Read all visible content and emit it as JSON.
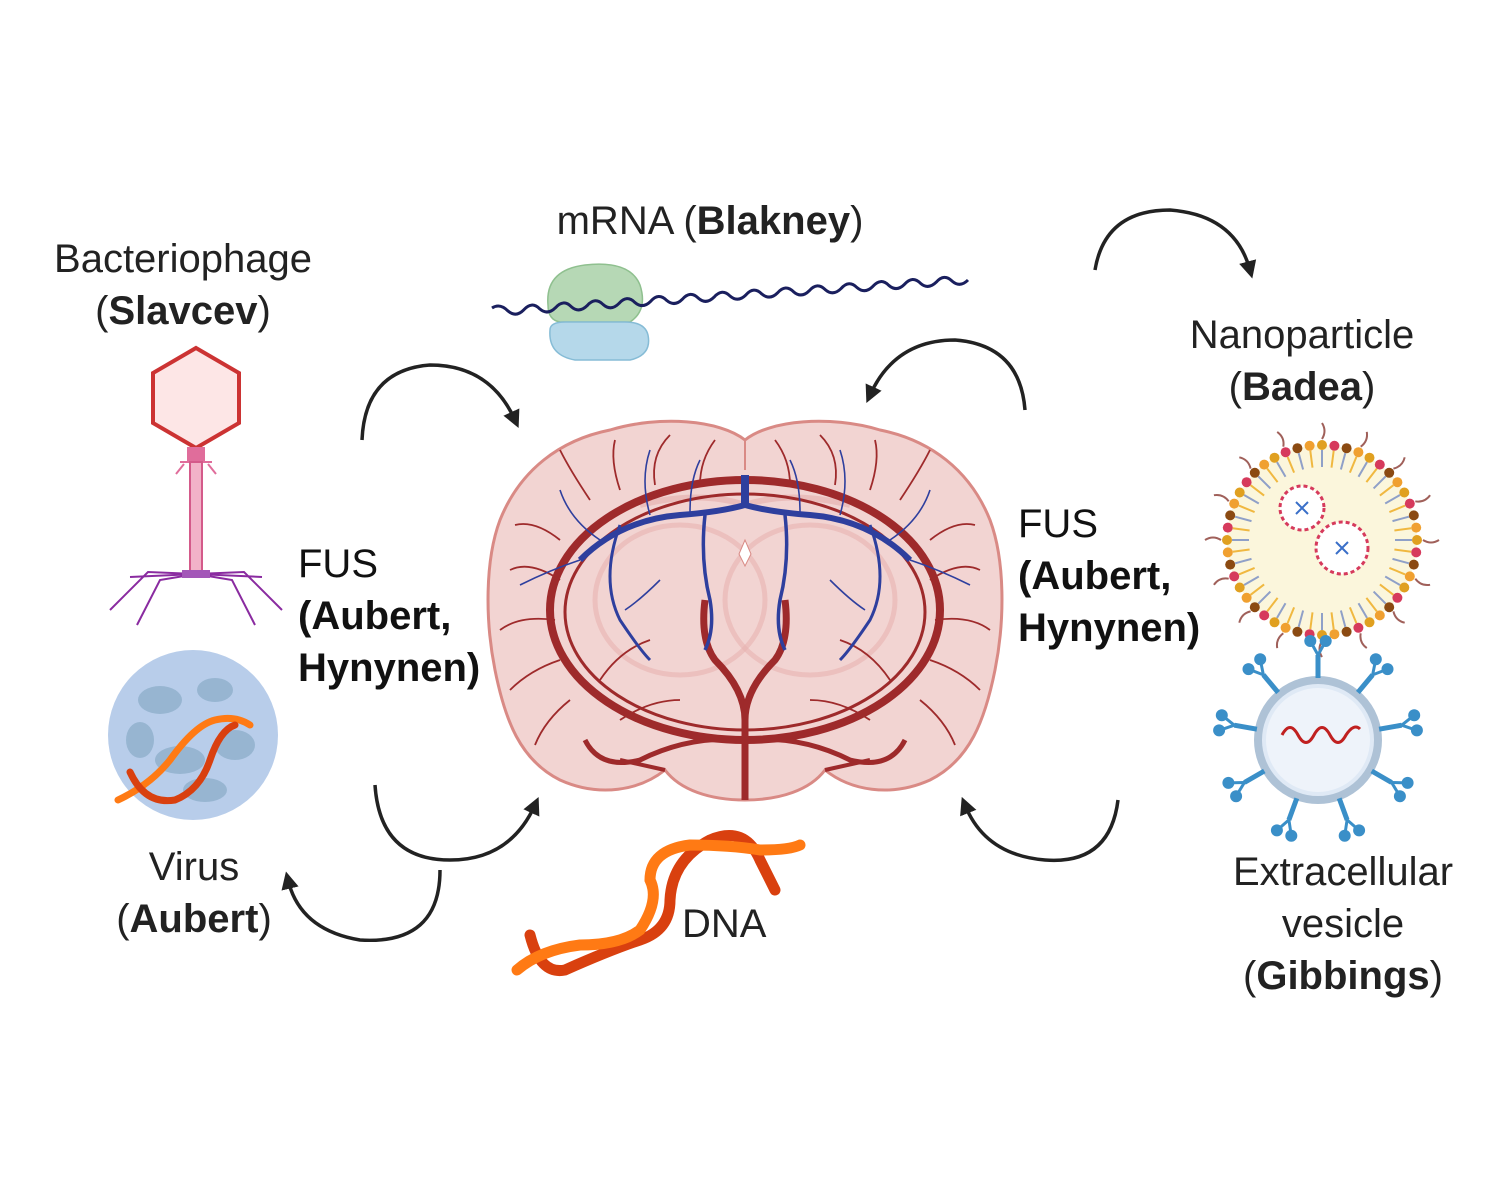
{
  "diagram": {
    "center": {
      "name": "Brain (coronal section, vasculature)"
    },
    "labels": {
      "bacteriophage": {
        "line1": "Bacteriophage",
        "author": "Slavcev"
      },
      "mrna": {
        "line1": "mRNA",
        "author": "Blakney"
      },
      "nanoparticle": {
        "line1": "Nanoparticle",
        "author": "Badea"
      },
      "virus": {
        "line1": "Virus",
        "author": "Aubert"
      },
      "dna": {
        "line1": "DNA"
      },
      "ev": {
        "line1": "Extracellular",
        "line2": "vesicle",
        "author": "Gibbings"
      },
      "fus_left": {
        "line1": "FUS",
        "line2": "(Aubert,",
        "line3": "Hynynen)"
      },
      "fus_right": {
        "line1": "FUS",
        "line2": "(Aubert,",
        "line3": "Hynynen)"
      }
    },
    "paren_open": "(",
    "paren_close": ")",
    "icons": [
      "bacteriophage-icon",
      "mrna-ribosome-icon",
      "nanoparticle-icon",
      "virus-icon",
      "dna-helix-icon",
      "extracellular-vesicle-icon",
      "brain-icon",
      "curved-arrow-icon"
    ],
    "colors": {
      "brain_fill": "#f2d4d2",
      "brain_outline": "#d98a85",
      "artery": "#9e2a2b",
      "vein": "#2e3f9e",
      "arrow": "#222222",
      "dna_dark": "#d9400f",
      "dna_light": "#ff7a14",
      "phage_head": "#cc3333",
      "phage_legs": "#8a2ba0",
      "virus": "#a9c4e4",
      "ev_blue": "#3a8fc8",
      "mrna_line": "#1a1f5e",
      "ribosome_green": "#b6d8b5",
      "ribosome_blue": "#b5d8ea"
    }
  }
}
